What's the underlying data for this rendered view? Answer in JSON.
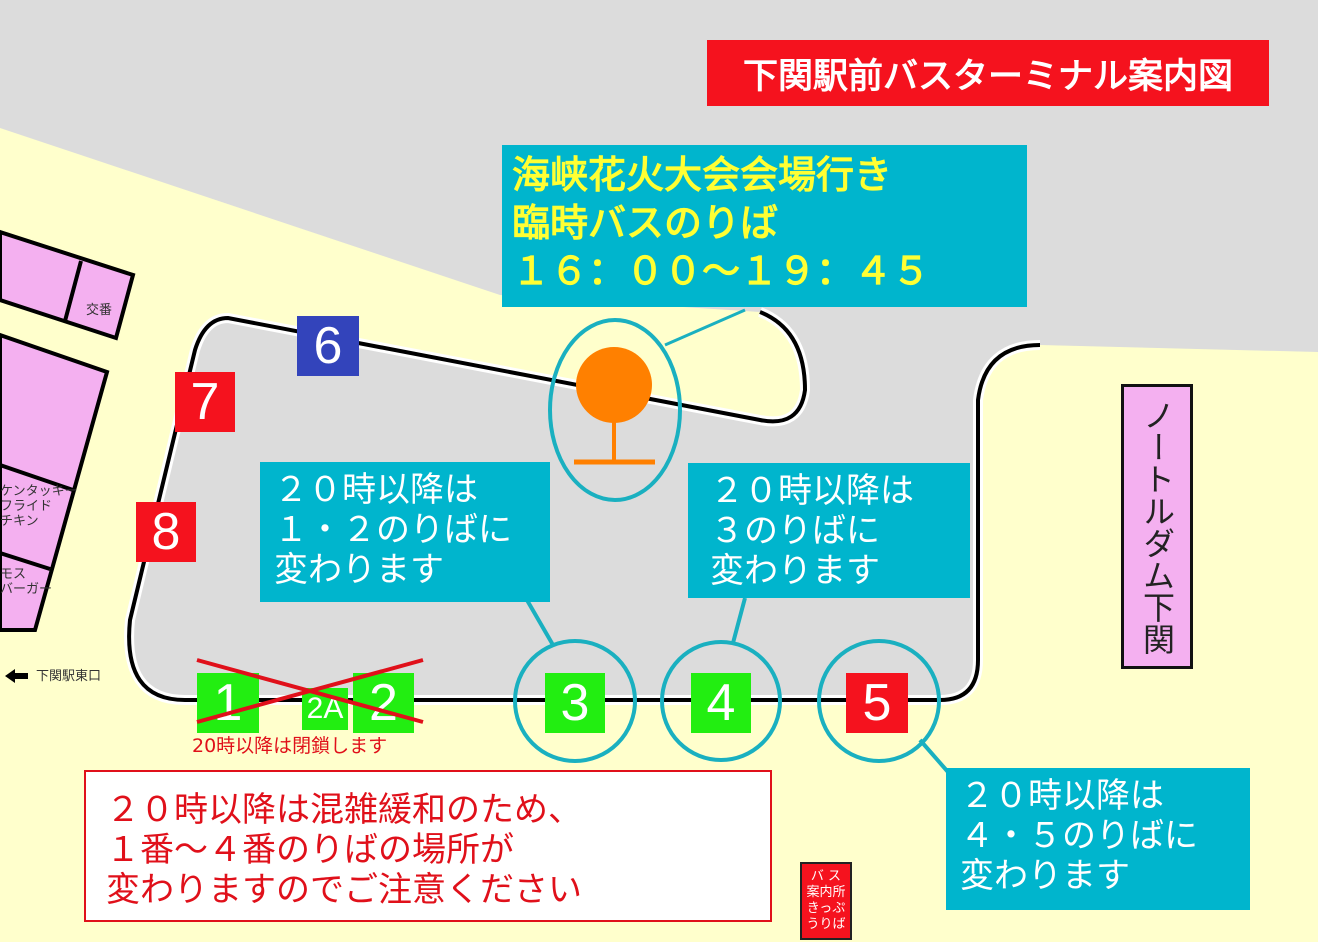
{
  "title": "下関駅前バスターミナル案内図",
  "event_box": {
    "line1": "海峡花火大会会場行き",
    "line2": "臨時バスのりば",
    "line3": "１６：００～１９：４５"
  },
  "stops": {
    "s1": "1",
    "s2a": "2A",
    "s2": "2",
    "s3": "3",
    "s4": "4",
    "s5": "5",
    "s6": "6",
    "s7": "7",
    "s8": "8"
  },
  "closed_note": "20時以降は閉鎖します",
  "info_a": "２０時以降は\n１・２のりばに\n変わります",
  "info_b": "２０時以降は\n３のりばに\n変わります",
  "info_c": "２０時以降は\n４・５のりばに\n変わります",
  "notice": "２０時以降は混雑緩和のため、\n１番～４番のりばの場所が\n変わりますのでご注意ください",
  "notre_dame": "ノートルダム下関",
  "buildings": {
    "koban": "交番",
    "kfc": "ケンタッキー\nフライド\nチキン",
    "mos": "モス\nバーガー"
  },
  "east_exit": "下関駅東口",
  "bus_office": "バ ス\n案内所\nきっぷ\nうりば",
  "colors": {
    "red": "#f5121e",
    "cyan": "#00b5cd",
    "green": "#22ee11",
    "blue": "#3344bb",
    "orange": "#ff8000"
  }
}
